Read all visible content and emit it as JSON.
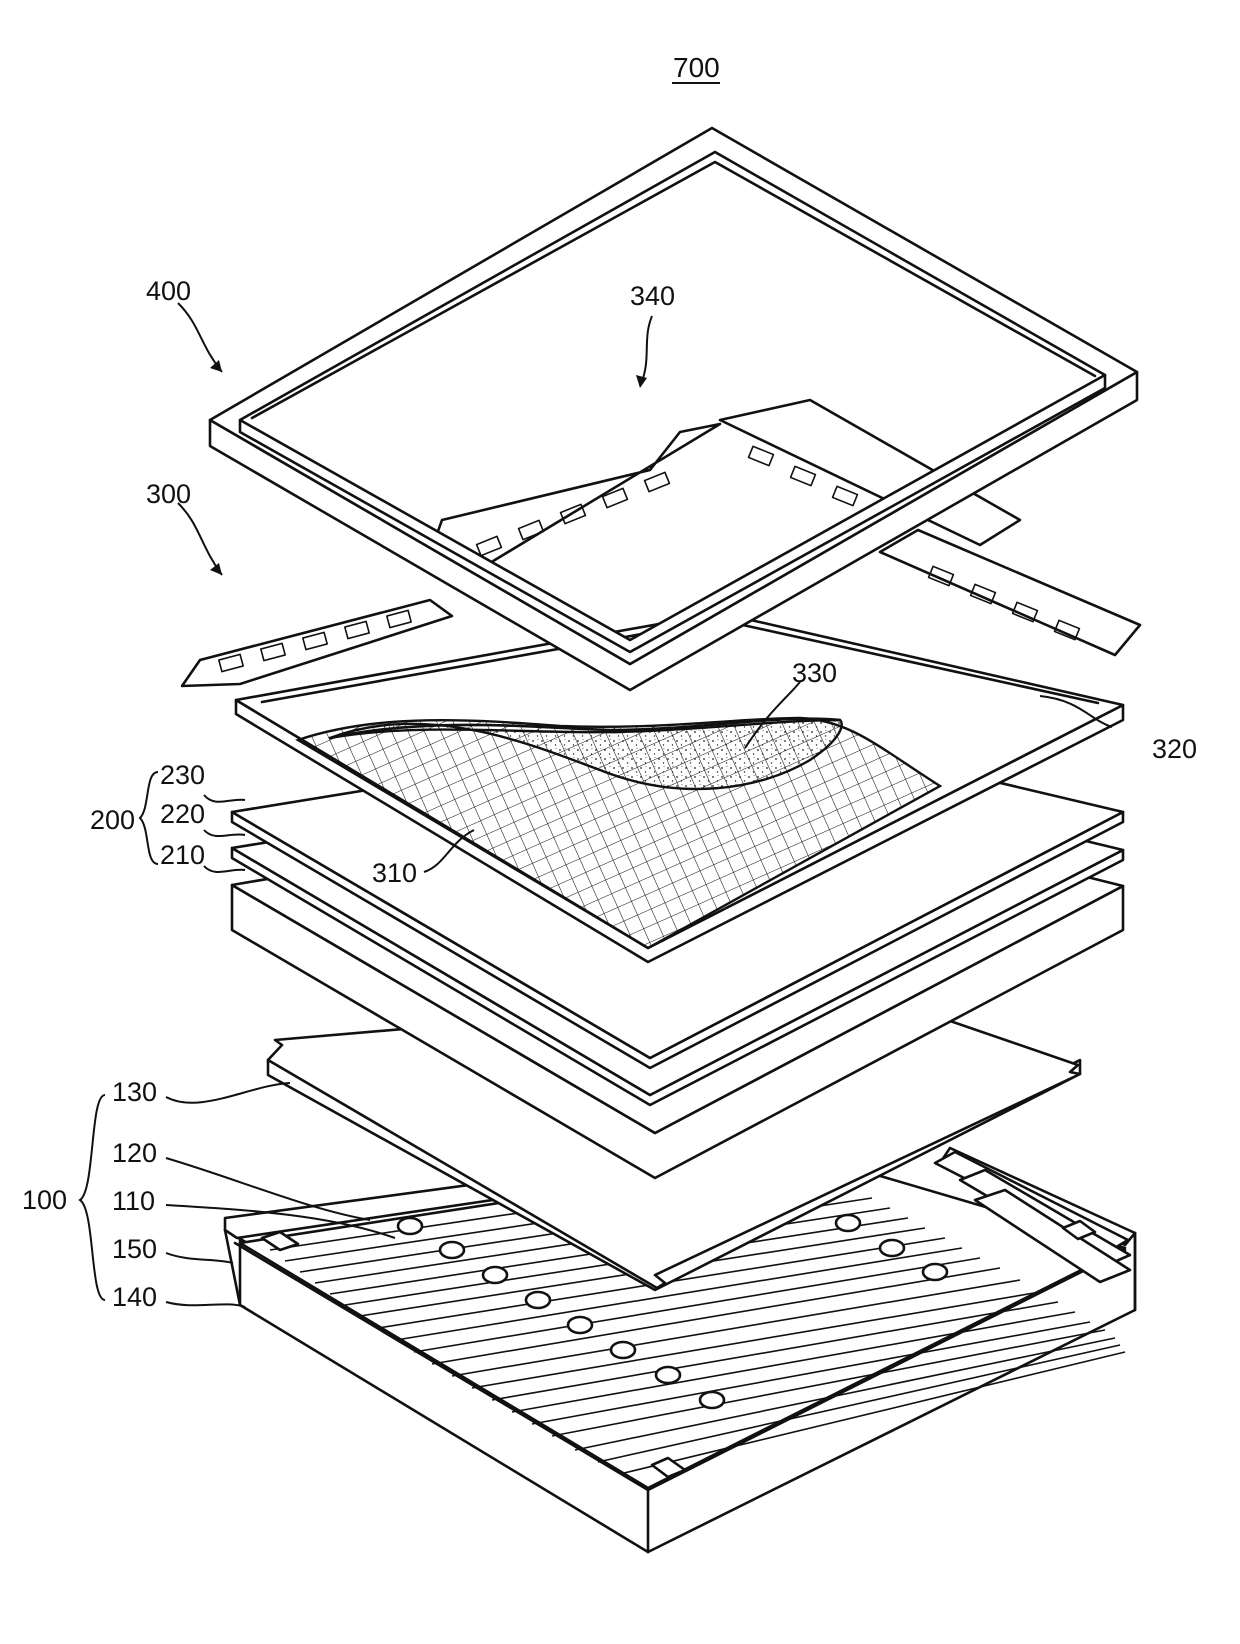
{
  "figure": {
    "title": "700",
    "labels": {
      "l400": "400",
      "l340": "340",
      "l300": "300",
      "l330": "330",
      "l320": "320",
      "l230": "230",
      "l200": "200",
      "l220": "220",
      "l210": "210",
      "l310": "310",
      "l130": "130",
      "l120": "120",
      "l100": "100",
      "l110": "110",
      "l150": "150",
      "l140": "140"
    }
  }
}
